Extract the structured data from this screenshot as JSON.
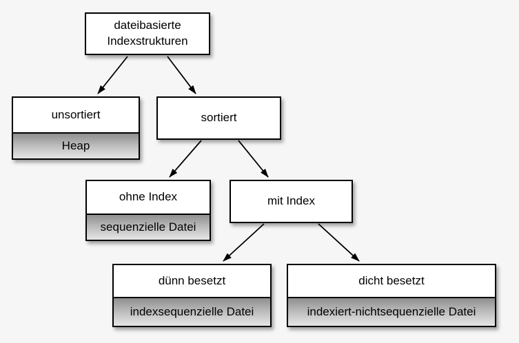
{
  "diagram": {
    "type": "tree",
    "background_color": "#f6f6f6",
    "colors": {
      "box_fill": "#ffffff",
      "box_border": "#000000",
      "sub_section_gradient_top": "#8f8f8f",
      "sub_section_gradient_bottom": "#e6e6e6",
      "arrow": "#000000",
      "text": "#000000"
    },
    "nodes": {
      "root": {
        "label": "dateibasierte Indexstrukturen"
      },
      "unsortiert": {
        "label": "unsortiert",
        "sublabel": "Heap"
      },
      "sortiert": {
        "label": "sortiert"
      },
      "ohne_index": {
        "label": "ohne Index",
        "sublabel": "sequenzielle Datei"
      },
      "mit_index": {
        "label": "mit Index"
      },
      "duenn": {
        "label": "dünn besetzt",
        "sublabel": "indexsequenzielle Datei"
      },
      "dicht": {
        "label": "dicht besetzt",
        "sublabel": "indexiert-nichtsequenzielle Datei"
      }
    },
    "edges": [
      {
        "from": "root",
        "to": "unsortiert"
      },
      {
        "from": "root",
        "to": "sortiert"
      },
      {
        "from": "sortiert",
        "to": "ohne_index"
      },
      {
        "from": "sortiert",
        "to": "mit_index"
      },
      {
        "from": "mit_index",
        "to": "duenn"
      },
      {
        "from": "mit_index",
        "to": "dicht"
      }
    ]
  }
}
